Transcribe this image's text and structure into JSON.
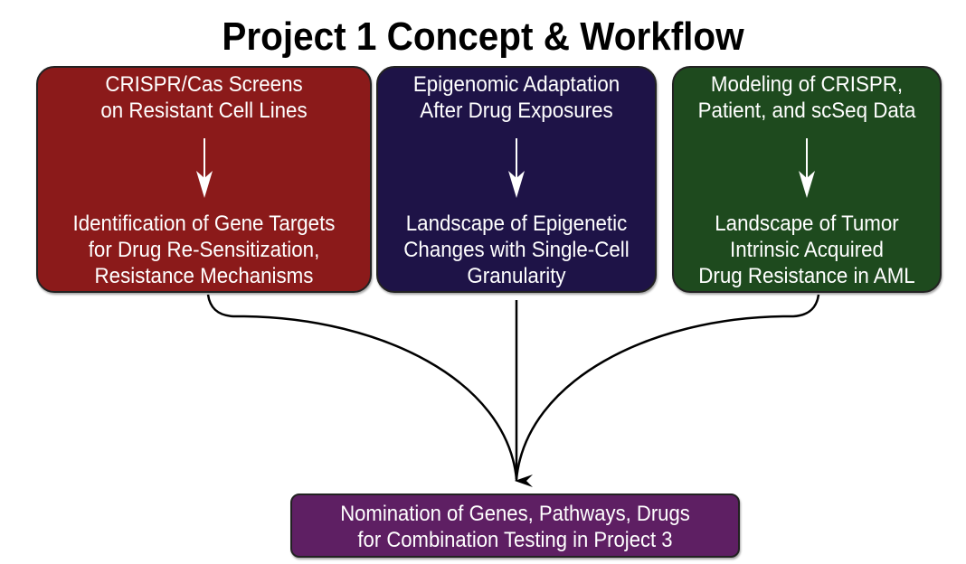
{
  "title": "Project 1 Concept & Workflow",
  "boxes": [
    {
      "color": "#8B1A1A",
      "top_lines": [
        "CRISPR/Cas Screens",
        "on Resistant Cell Lines"
      ],
      "bottom_lines": [
        "Identification of Gene Targets",
        "for Drug Re-Sensitization,",
        "Resistance Mechanisms"
      ]
    },
    {
      "color": "#1E1347",
      "top_lines": [
        "Epigenomic Adaptation",
        "After Drug Exposures"
      ],
      "bottom_lines": [
        "Landscape of Epigenetic",
        "Changes with Single-Cell",
        "Granularity"
      ]
    },
    {
      "color": "#1E4A1E",
      "top_lines": [
        "Modeling of CRISPR,",
        "Patient, and scSeq Data"
      ],
      "bottom_lines": [
        "Landscape of Tumor",
        "Intrinsic Acquired",
        "Drug Resistance in AML"
      ]
    }
  ],
  "output_box": {
    "color": "#5E1F63",
    "lines": [
      "Nomination of Genes, Pathways, Drugs",
      "for Combination Testing in Project 3"
    ]
  }
}
